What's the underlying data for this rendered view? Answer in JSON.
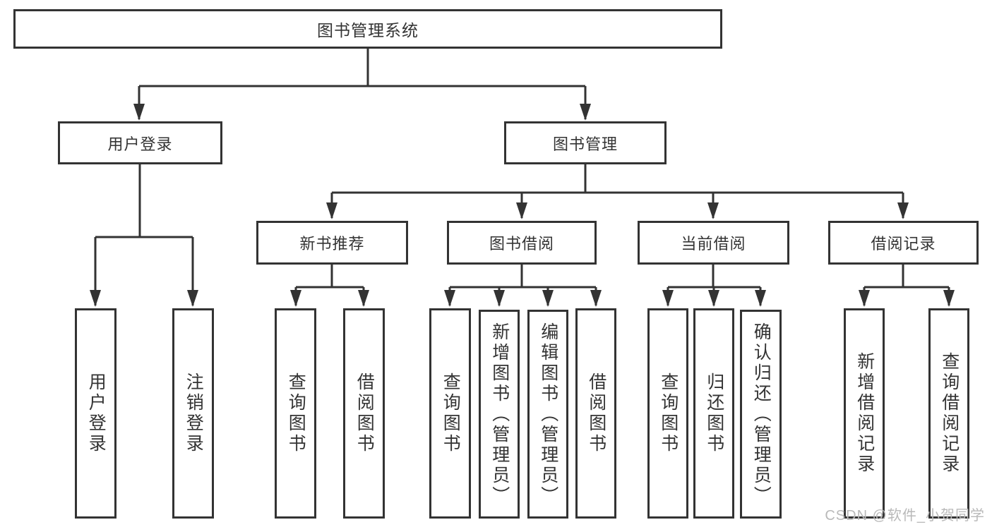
{
  "colors": {
    "line": "#333333",
    "node_border": "#333333",
    "text": "#333333",
    "background": "#ffffff",
    "watermark": "#b9b9b9"
  },
  "watermark": {
    "text": "CSDN @软件_小贺同学"
  },
  "diagram": {
    "type": "tree",
    "root": {
      "label": "图书管理系统"
    },
    "level2": [
      {
        "label": "用户登录"
      },
      {
        "label": "图书管理"
      }
    ],
    "level3": [
      {
        "label": "新书推荐",
        "parent": "图书管理"
      },
      {
        "label": "图书借阅",
        "parent": "图书管理"
      },
      {
        "label": "当前借阅",
        "parent": "图书管理"
      },
      {
        "label": "借阅记录",
        "parent": "图书管理"
      }
    ],
    "leaves": [
      {
        "label": "用户登录",
        "parent": "用户登录"
      },
      {
        "label": "注销登录",
        "parent": "用户登录"
      },
      {
        "label": "查询图书",
        "parent": "新书推荐"
      },
      {
        "label": "借阅图书",
        "parent": "新书推荐"
      },
      {
        "label": "查询图书",
        "parent": "图书借阅"
      },
      {
        "label": "新增图书（管理员）",
        "parent": "图书借阅"
      },
      {
        "label": "编辑图书（管理员）",
        "parent": "图书借阅"
      },
      {
        "label": "借阅图书",
        "parent": "图书借阅"
      },
      {
        "label": "查询图书",
        "parent": "当前借阅"
      },
      {
        "label": "归还图书",
        "parent": "当前借阅"
      },
      {
        "label": "确认归还（管理员）",
        "parent": "当前借阅"
      },
      {
        "label": "新增借阅记录",
        "parent": "借阅记录"
      },
      {
        "label": "查询借阅记录",
        "parent": "借阅记录"
      }
    ]
  }
}
